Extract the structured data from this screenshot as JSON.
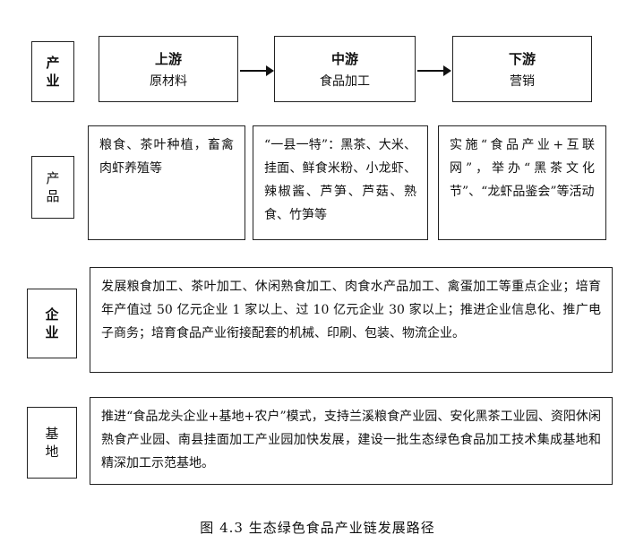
{
  "rows": {
    "industry": {
      "label": "产业",
      "stages": [
        {
          "title": "上游",
          "subtitle": "原材料"
        },
        {
          "title": "中游",
          "subtitle": "食品加工"
        },
        {
          "title": "下游",
          "subtitle": "营销"
        }
      ]
    },
    "product": {
      "label": "产品",
      "cells": [
        "粮食、茶叶种植，畜禽肉虾养殖等",
        "“一县一特”：黑茶、大米、挂面、鲜食米粉、小龙虾、辣椒酱、芦笋、芦菇、熟食、竹笋等",
        "实施“食品产业+互联网”，举办“黑茶文化节”、“龙虾品鉴会”等活动"
      ]
    },
    "enterprise": {
      "label": "企业",
      "text": "发展粮食加工、茶叶加工、休闲熟食加工、肉食水产品加工、禽蛋加工等重点企业；培育年产值过 50 亿元企业 1 家以上、过 10 亿元企业 30 家以上；推进企业信息化、推广电子商务；培育食品产业衔接配套的机械、印刷、包装、物流企业。"
    },
    "base": {
      "label": "基地",
      "text": "推进“食品龙头企业+基地+农户”模式，支持兰溪粮食产业园、安化黑茶工业园、资阳休闲熟食产业园、南县挂面加工产业园加快发展，建设一批生态绿色食品加工技术集成基地和精深加工示范基地。"
    }
  },
  "caption": "图 4.3 生态绿色食品产业链发展路径"
}
